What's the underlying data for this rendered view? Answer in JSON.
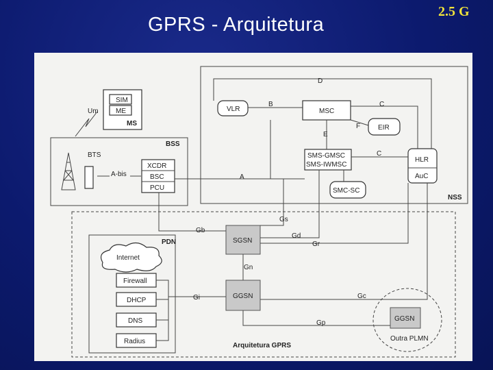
{
  "header": {
    "title": "GPRS - Arquitetura",
    "tag": "2.5 G"
  },
  "diagram": {
    "nodes": {
      "sim": "SIM",
      "me": "ME",
      "ms": "MS",
      "um": "Um",
      "bss": "BSS",
      "bts": "BTS",
      "abis": "A-bis",
      "xcdr": "XCDR",
      "bsc": "BSC",
      "pcu": "PCU",
      "vlr": "VLR",
      "msc": "MSC",
      "eir": "EIR",
      "hlr": "HLR",
      "auc": "AuC",
      "sms_gmsc": "SMS-GMSC",
      "sms_iwmsc": "SMS-IWMSC",
      "smc_sc": "SMC-SC",
      "nss": "NSS",
      "sgsn": "SGSN",
      "ggsn": "GGSN",
      "pdn": "PDN",
      "internet": "Internet",
      "firewall": "Firewall",
      "dhcp": "DHCP",
      "dns": "DNS",
      "radius": "Radius",
      "ggsn_other": "GGSN",
      "outra_plmn": "Outra PLMN",
      "arquitetura": "Arquitetura GPRS"
    },
    "interfaces": {
      "d": "D",
      "b": "B",
      "c1": "C",
      "f": "F",
      "e": "E",
      "c2": "C",
      "a": "A",
      "gs": "Gs",
      "gb": "Gb",
      "gd": "Gd",
      "gr": "Gr",
      "gn": "Gn",
      "gi": "Gi",
      "gc": "Gc",
      "gp": "Gp"
    }
  }
}
